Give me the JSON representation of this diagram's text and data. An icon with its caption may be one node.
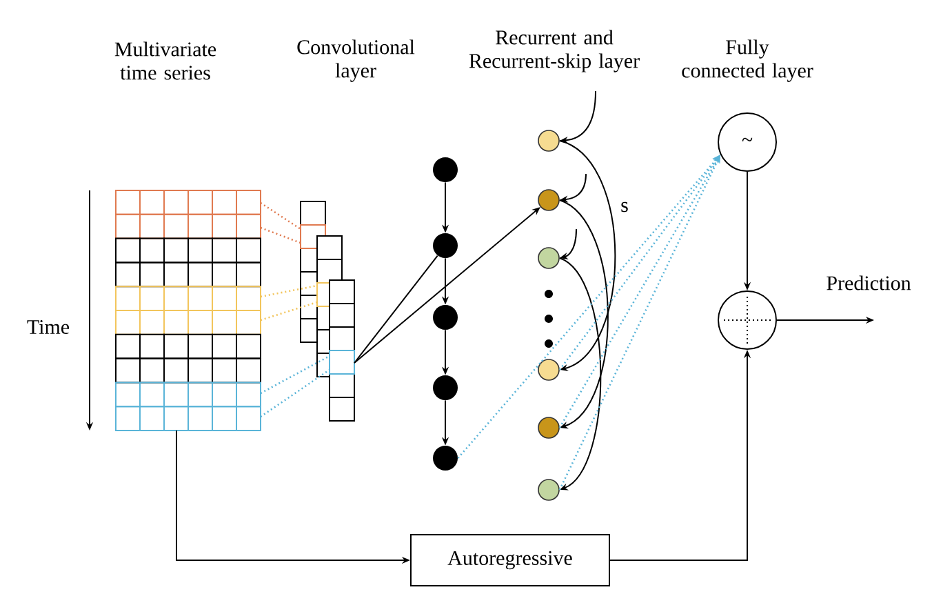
{
  "diagram": {
    "nodes": [
      {
        "text": [],
        "shape": "picture"
      },
      {
        "text": [],
        "shape": "picture"
      },
      {
        "text": [
          "Recurrent and Recurrent-skip layer"
        ]
      },
      {
        "text": [],
        "shape": "circle"
      },
      {
        "text": [],
        "shape": "circle"
      },
      {
        "text": [],
        "shape": "circle"
      },
      {
        "text": [],
        "shape": "circle"
      },
      {
        "text": [],
        "shape": "circle"
      },
      {
        "text": [],
        "shape": "circle"
      },
      {
        "text": [],
        "shape": "circle"
      },
      {
        "text": [],
        "shape": "circle"
      },
      {
        "text": [],
        "shape": "circle"
      },
      {
        "text": [],
        "shape": "circle"
      },
      {
        "text": [],
        "shape": "circle"
      },
      {
        "text": [
          "~"
        ]
      },
      {
        "text": [],
        "shape": "circle"
      },
      {
        "text": [
          "Autoregressive"
        ]
      }
    ],
    "edges": [
      {
        "from": 0,
        "to": 1,
        "arrow": "none",
        "style": "dashed",
        "color": "#e07a50"
      },
      {
        "from": 0,
        "to": 1,
        "arrow": "none",
        "style": "dashed",
        "color": "#e07a50"
      },
      {
        "from": 0,
        "to": 1,
        "arrow": "none",
        "style": "dashed",
        "color": "#f2c55c"
      },
      {
        "from": 0,
        "to": 1,
        "arrow": "none",
        "style": "dashed",
        "color": "#f2c55c"
      },
      {
        "from": 0,
        "to": 1,
        "arrow": "none",
        "style": "dashed",
        "color": "#5ab4d8"
      },
      {
        "from": 0,
        "to": 1,
        "arrow": "none",
        "style": "dashed",
        "color": "#5ab4d8"
      },
      {
        "from": 1,
        "to": 4,
        "arrow": "none"
      },
      {
        "from": 1,
        "to": 9,
        "arrow": "to"
      },
      {
        "from": 3,
        "to": 4,
        "arrow": "to"
      },
      {
        "from": 4,
        "to": 5,
        "arrow": "to"
      },
      {
        "from": 5,
        "to": 6,
        "arrow": "to"
      },
      {
        "from": 6,
        "to": 7,
        "arrow": "to"
      },
      {
        "from": 2,
        "to": 8,
        "arrow": "to"
      },
      {
        "from": null,
        "to": 9,
        "arrow": "to"
      },
      {
        "from": null,
        "to": 10,
        "arrow": "to"
      },
      {
        "from": 8,
        "to": 11,
        "arrow": "to",
        "label": "s"
      },
      {
        "from": 9,
        "to": 12,
        "arrow": "to"
      },
      {
        "from": 10,
        "to": 13,
        "arrow": "to"
      },
      {
        "from": 7,
        "to": 14,
        "arrow": "to",
        "style": "dashed",
        "color": "#5ab4d8"
      },
      {
        "from": 11,
        "to": 14,
        "arrow": "to",
        "style": "dashed",
        "color": "#5ab4d8"
      },
      {
        "from": 12,
        "to": 14,
        "arrow": "to",
        "style": "dashed",
        "color": "#5ab4d8"
      },
      {
        "from": 13,
        "to": 14,
        "arrow": "to",
        "style": "dashed",
        "color": "#5ab4d8"
      },
      {
        "from": 14,
        "to": 15,
        "arrow": "to"
      },
      {
        "from": 15,
        "to": null,
        "arrow": "to",
        "label": "Prediction"
      },
      {
        "from": 0,
        "to": 16,
        "arrow": "to"
      },
      {
        "from": 16,
        "to": 15,
        "arrow": "to"
      }
    ],
    "labels": [
      "Multivariate time series",
      "Convolutional layer",
      "Fully connected layer",
      "Time"
    ]
  }
}
